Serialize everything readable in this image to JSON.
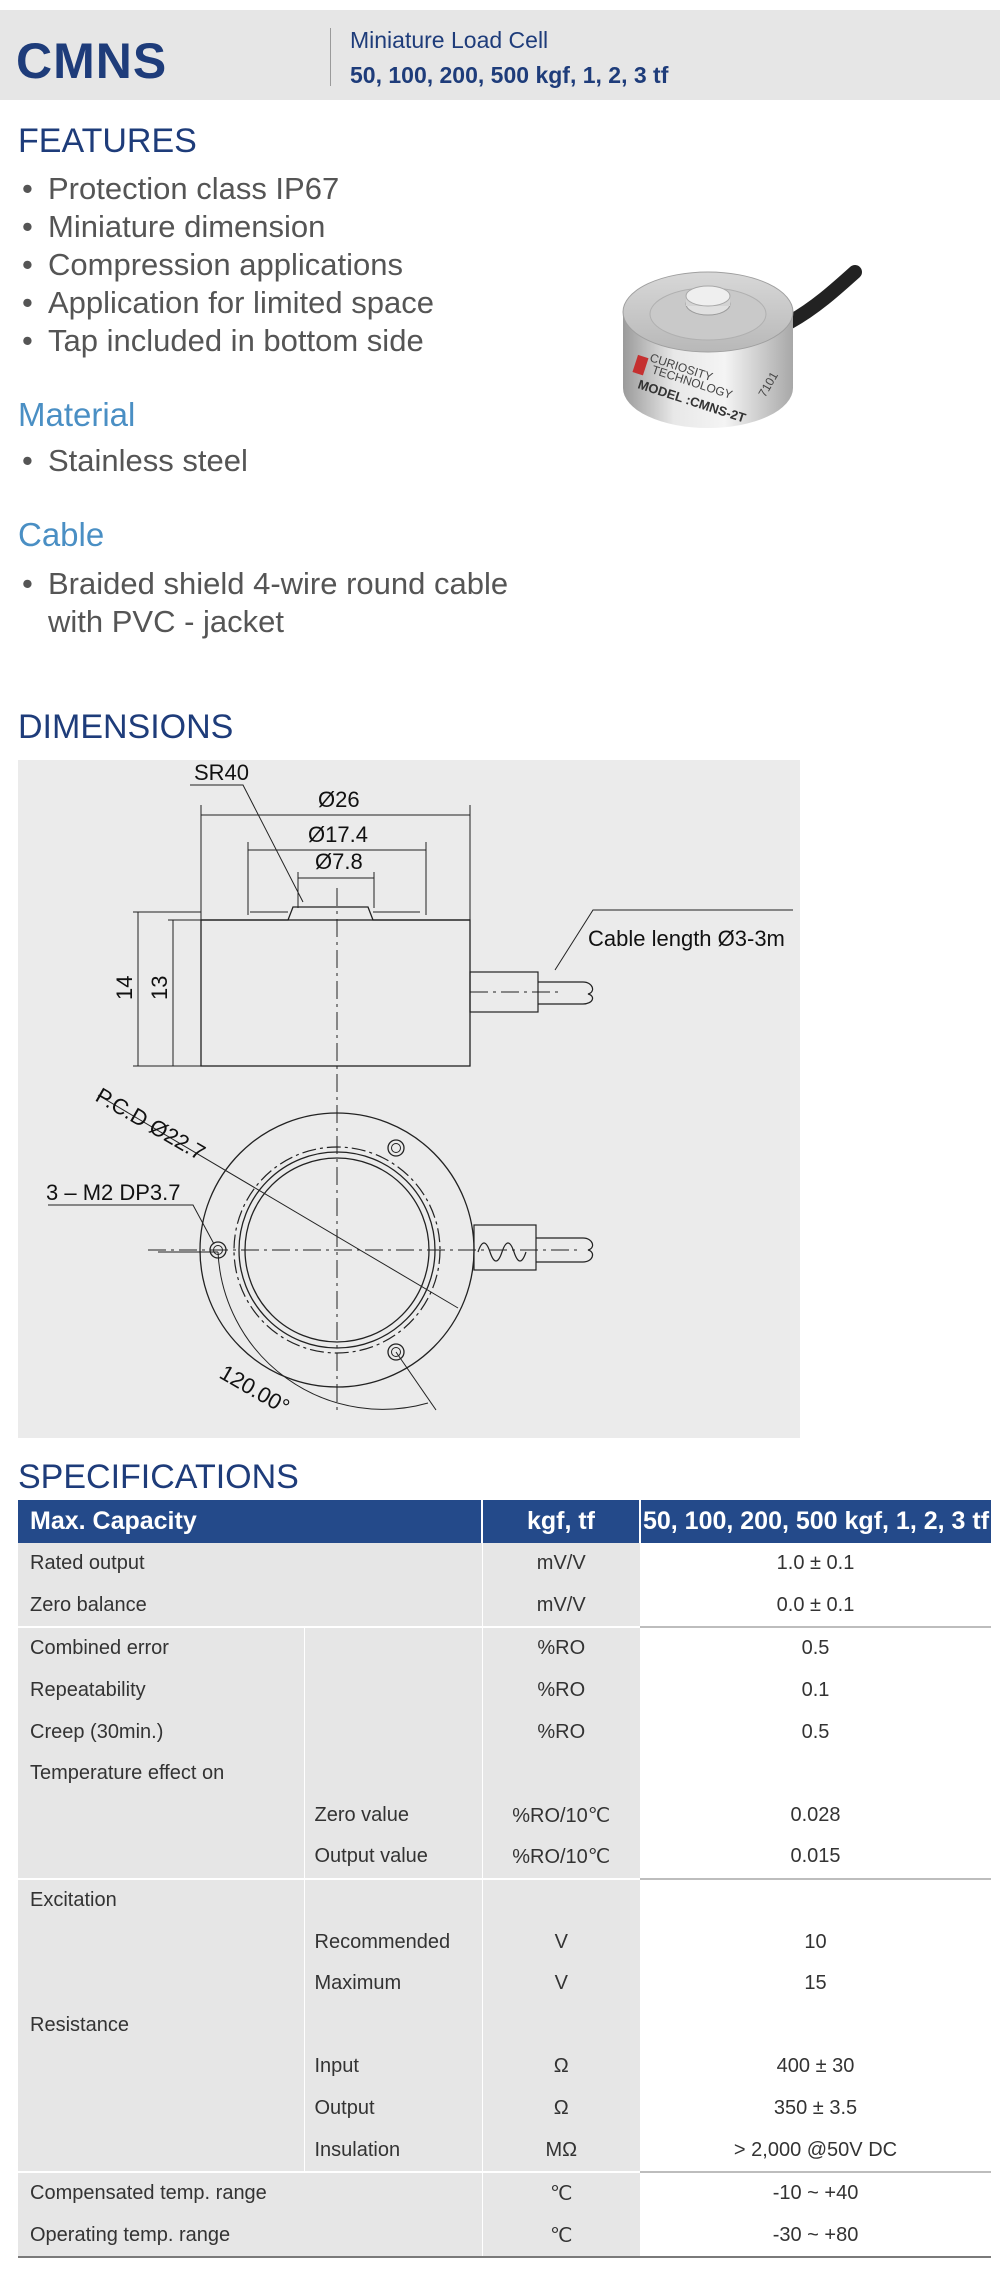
{
  "header": {
    "model": "CMNS",
    "subtitle": "Miniature Load Cell",
    "capacities": "50, 100, 200, 500 kgf, 1, 2, 3 tf"
  },
  "features": {
    "title": "FEATURES",
    "items": [
      "Protection class IP67",
      "Miniature dimension",
      "Compression applications",
      "Application for limited space",
      "Tap included in bottom side"
    ]
  },
  "material": {
    "title": "Material",
    "items": [
      "Stainless steel"
    ]
  },
  "cable": {
    "title": "Cable",
    "items": [
      "Braided shield 4-wire round cable",
      "with PVC - jacket"
    ]
  },
  "product_photo": {
    "label_brand_1": "CURIOSITY",
    "label_brand_2": "TECHNOLOGY",
    "label_model": "MODEL :CMNS-2T",
    "label_side": "7101"
  },
  "dimensions": {
    "title": "DIMENSIONS",
    "sr": "SR40",
    "d26": "Ø26",
    "d174": "Ø17.4",
    "d78": "Ø7.8",
    "h14": "14",
    "h13": "13",
    "cable_length": "Cable length Ø3-3m",
    "pcd": "P.C.D Ø22.7",
    "holes": "3 – M2 DP3.7",
    "angle": "120.00°"
  },
  "specifications": {
    "title": "SPECIFICATIONS",
    "header": [
      "Max. Capacity",
      "kgf, tf",
      "50, 100, 200, 500 kgf, 1, 2, 3 tf"
    ],
    "rows": [
      {
        "label": "Rated output",
        "sub": "",
        "unit": "mV/V",
        "value": "1.0 ± 0.1"
      },
      {
        "label": "Zero balance",
        "sub": "",
        "unit": "mV/V",
        "value": "0.0 ± 0.1"
      },
      {
        "label": "Combined error",
        "sub": "",
        "unit": "%RO",
        "value": "0.5"
      },
      {
        "label": "Repeatability",
        "sub": "",
        "unit": "%RO",
        "value": "0.1"
      },
      {
        "label": "Creep (30min.)",
        "sub": "",
        "unit": "%RO",
        "value": "0.5"
      },
      {
        "label": "Temperature effect on",
        "sub": "",
        "unit": "",
        "value": ""
      },
      {
        "label": "",
        "sub": "Zero value",
        "unit": "%RO/10℃",
        "value": "0.028"
      },
      {
        "label": "",
        "sub": "Output  value",
        "unit": "%RO/10℃",
        "value": "0.015"
      },
      {
        "label": "Excitation",
        "sub": "",
        "unit": "",
        "value": ""
      },
      {
        "label": "",
        "sub": "Recommended",
        "unit": "V",
        "value": "10"
      },
      {
        "label": "",
        "sub": "Maximum",
        "unit": "V",
        "value": "15"
      },
      {
        "label": "Resistance",
        "sub": "",
        "unit": "",
        "value": ""
      },
      {
        "label": "",
        "sub": "Input",
        "unit": "Ω",
        "value": "400 ± 30"
      },
      {
        "label": "",
        "sub": "Output",
        "unit": "Ω",
        "value": "350 ± 3.5"
      },
      {
        "label": "",
        "sub": "Insulation",
        "unit": "MΩ",
        "value": "> 2,000 @50V DC"
      },
      {
        "label": "Compensated temp. range",
        "sub": "",
        "unit": "℃",
        "value": "-10 ~ +40"
      },
      {
        "label": "Operating temp. range",
        "sub": "",
        "unit": "℃",
        "value": "-30 ~ +80"
      }
    ]
  }
}
